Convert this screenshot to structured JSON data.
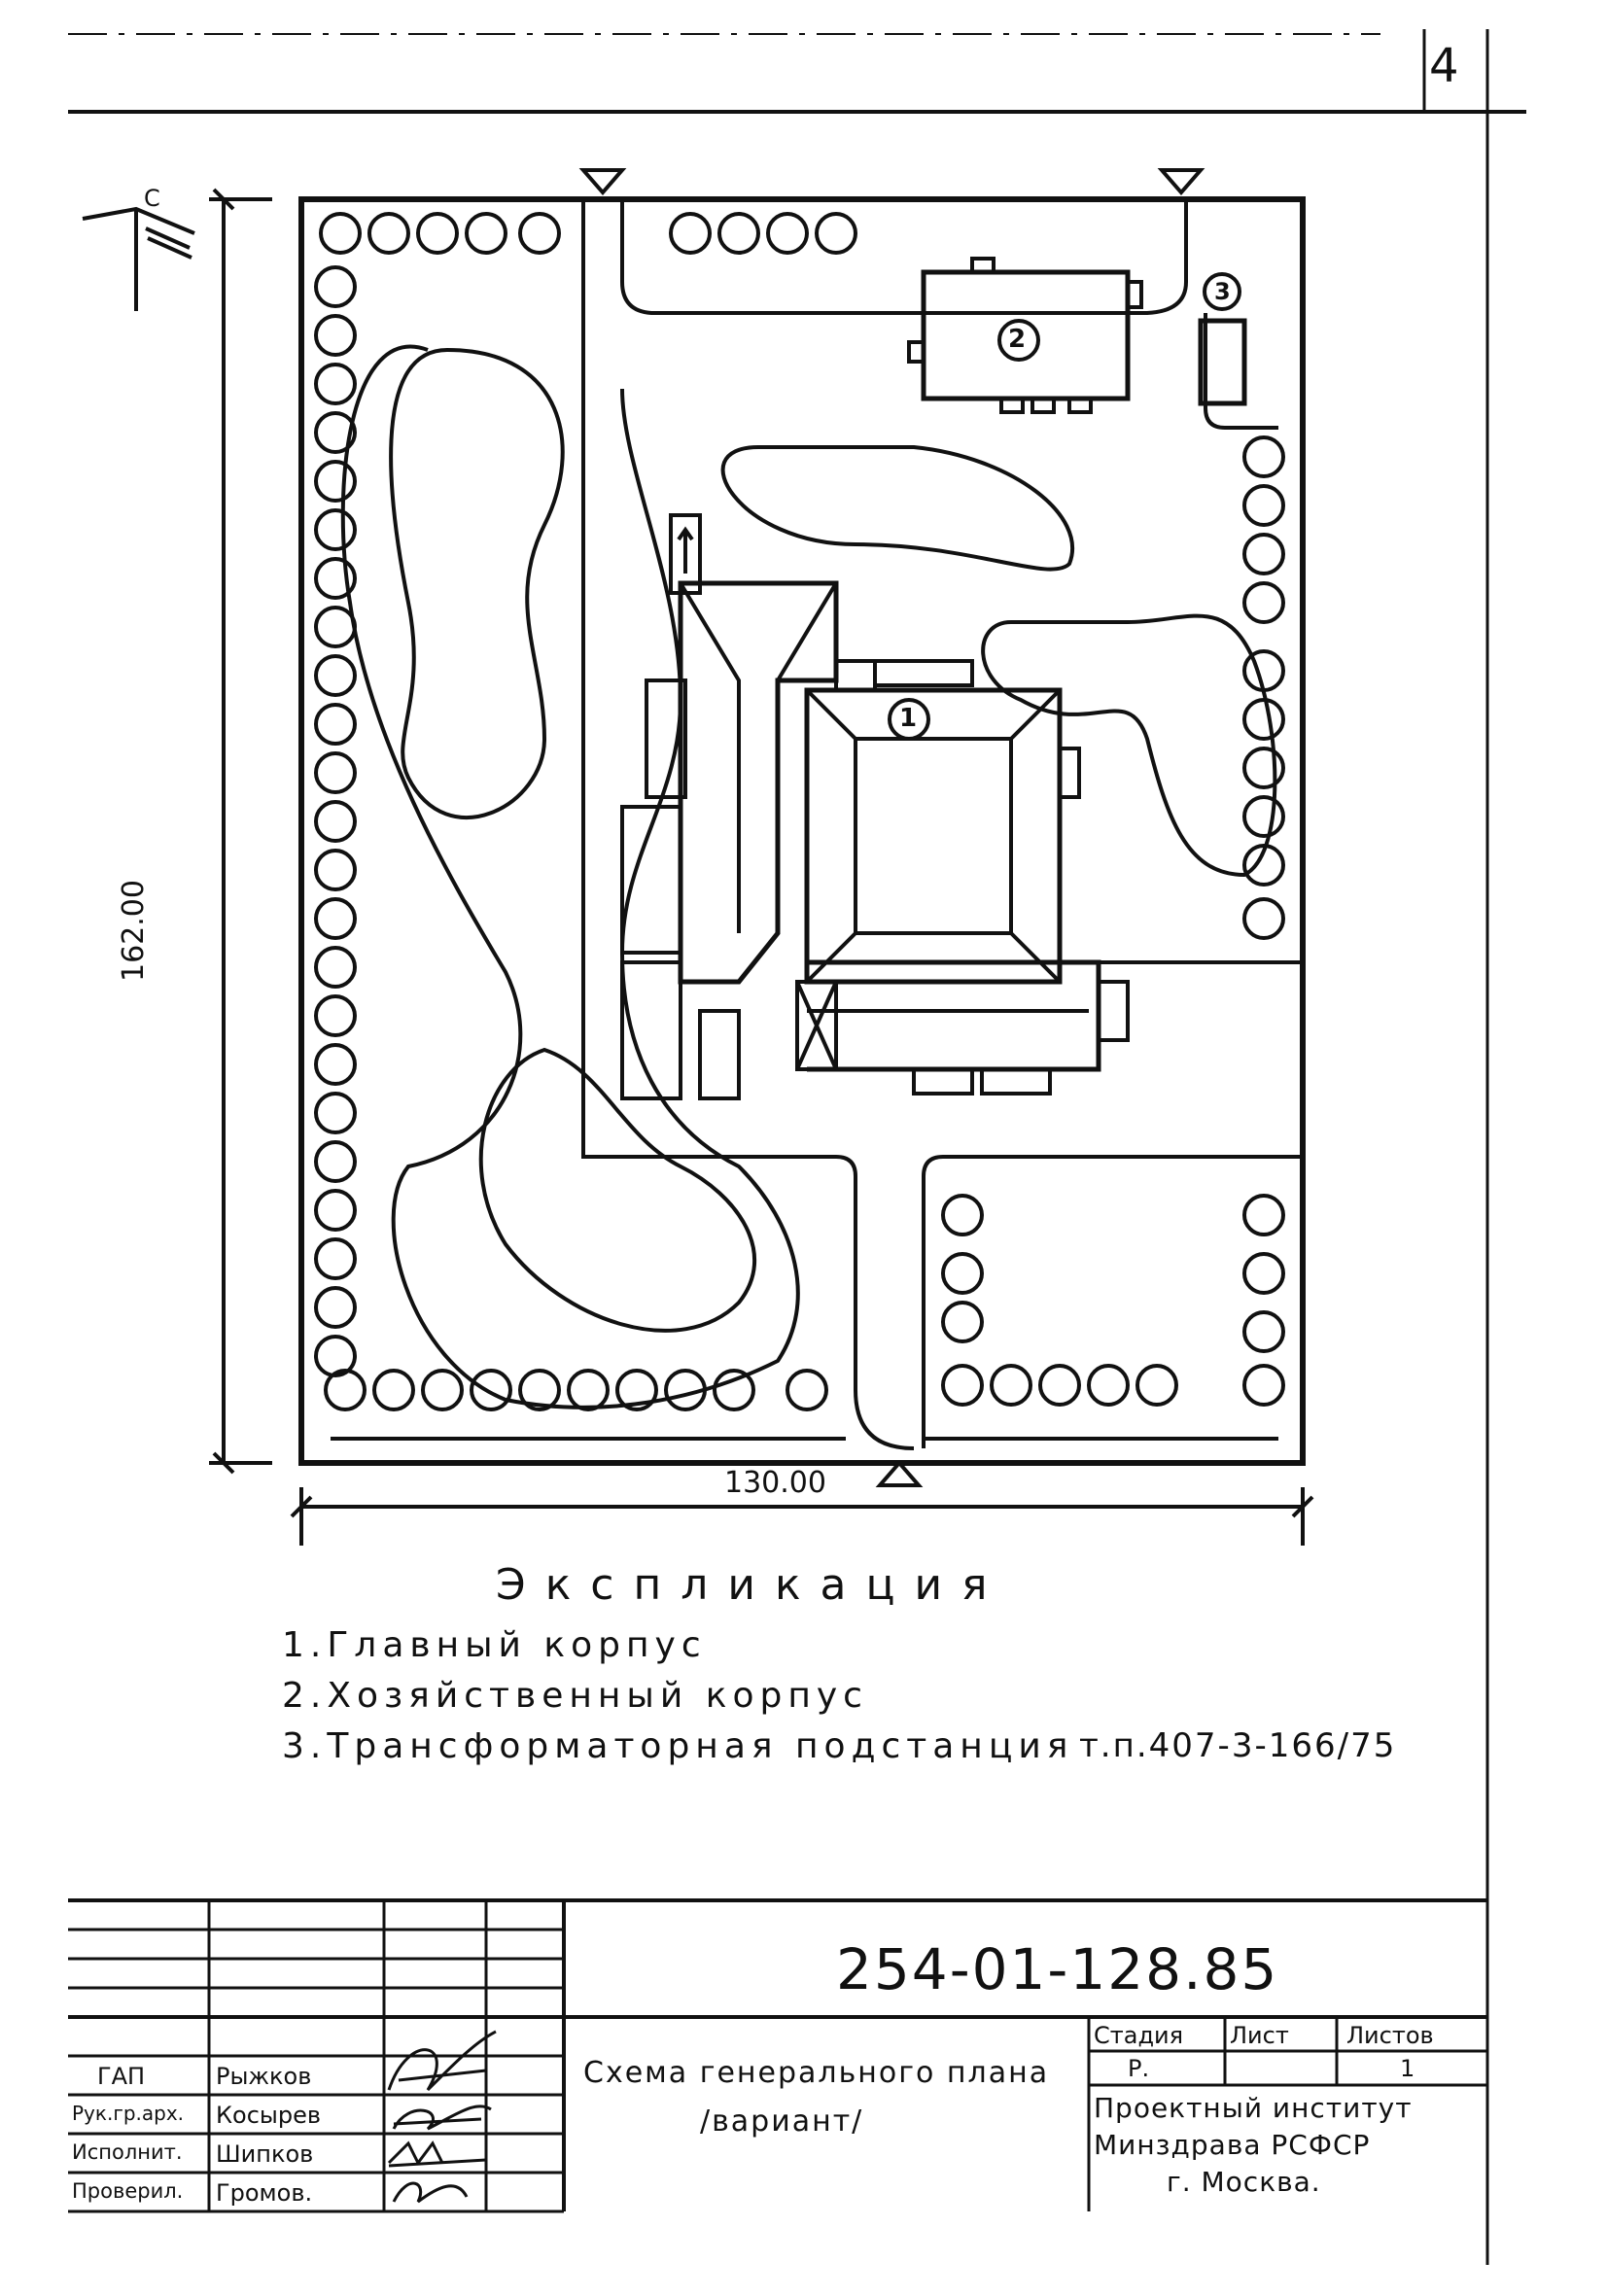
{
  "sheet_number": "4",
  "plan": {
    "north_label": "С",
    "width_dim": "130.00",
    "height_dim": "162.00",
    "building_tags": [
      "1",
      "2",
      "3"
    ]
  },
  "explication": {
    "title": "Экспликация",
    "items": [
      "1.Главный корпус",
      "2.Хозяйственный корпус",
      "3.Трансформаторная подстанция"
    ],
    "reference": "т.п.407-3-166/75"
  },
  "title_block": {
    "code": "254-01-128.85",
    "roles": [
      {
        "role": "ГАП",
        "name": "Рыжков"
      },
      {
        "role": "Рук.гр.арх.",
        "name": "Косырев"
      },
      {
        "role": "Исполнит.",
        "name": "Шипков"
      },
      {
        "role": "Проверил.",
        "name": "Громов."
      }
    ],
    "description_line1": "Схема генерального плана",
    "description_line2": "/вариант/",
    "stage_header": "Стадия",
    "sheet_header": "Лист",
    "sheets_header": "Листов",
    "stage_value": "Р.",
    "sheets_value": "1",
    "org_line1": "Проектный институт",
    "org_line2": "Минздрава РСФСР",
    "org_line3": "г. Москва."
  }
}
